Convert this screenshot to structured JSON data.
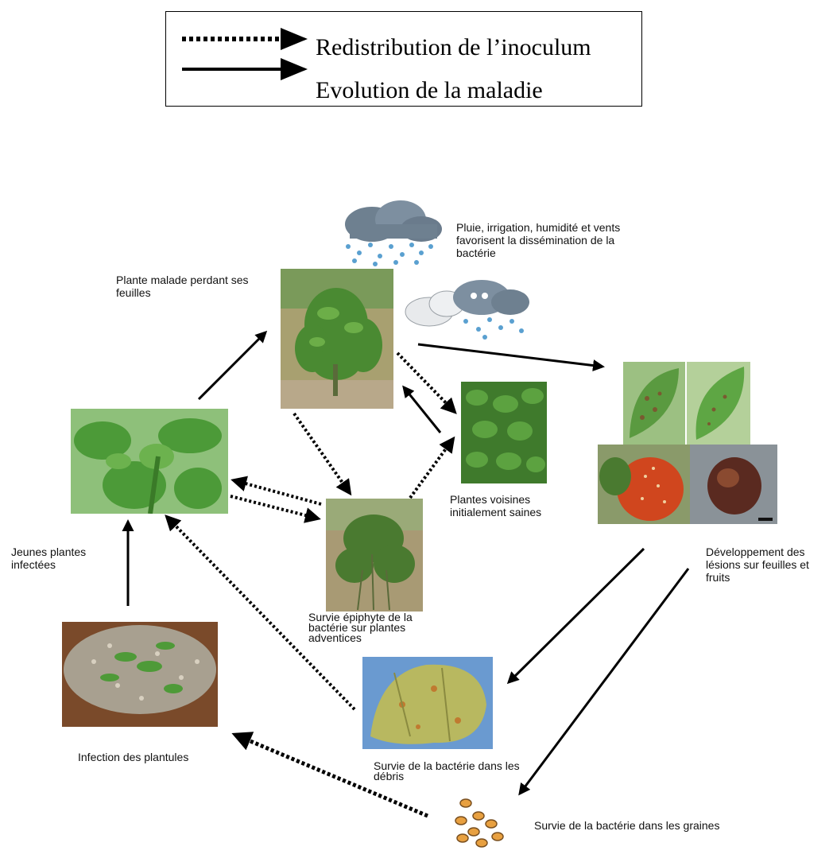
{
  "legend": {
    "dotted_label": "Redistribution de l’inoculum",
    "solid_label": "Evolution de la maladie"
  },
  "labels": {
    "weather": "Pluie, irrigation, humidité et vents favorisent la dissémination de la bactérie",
    "diseased_plant": "Plante malade perdant ses feuilles",
    "neighbor_plants": "Plantes voisines initialement saines",
    "weeds": "Survie épiphyte de la bactérie sur plantes adventices",
    "young_plants": "Jeunes plantes infectées",
    "lesions": "Développement des lésions sur feuilles et fruits",
    "seedling_infection": "Infection des plantules",
    "debris": "Survie de la bactérie dans les débris",
    "seeds": "Survie de la bactérie dans les graines"
  },
  "colors": {
    "arrow": "#000000",
    "foliage": "#5a9a3a",
    "soil": "#8a7a5a",
    "cloud": "#6e8090",
    "rain": "#5aa0d0",
    "fruit_red": "#d0461e",
    "fruit_dark": "#5a2a20"
  }
}
